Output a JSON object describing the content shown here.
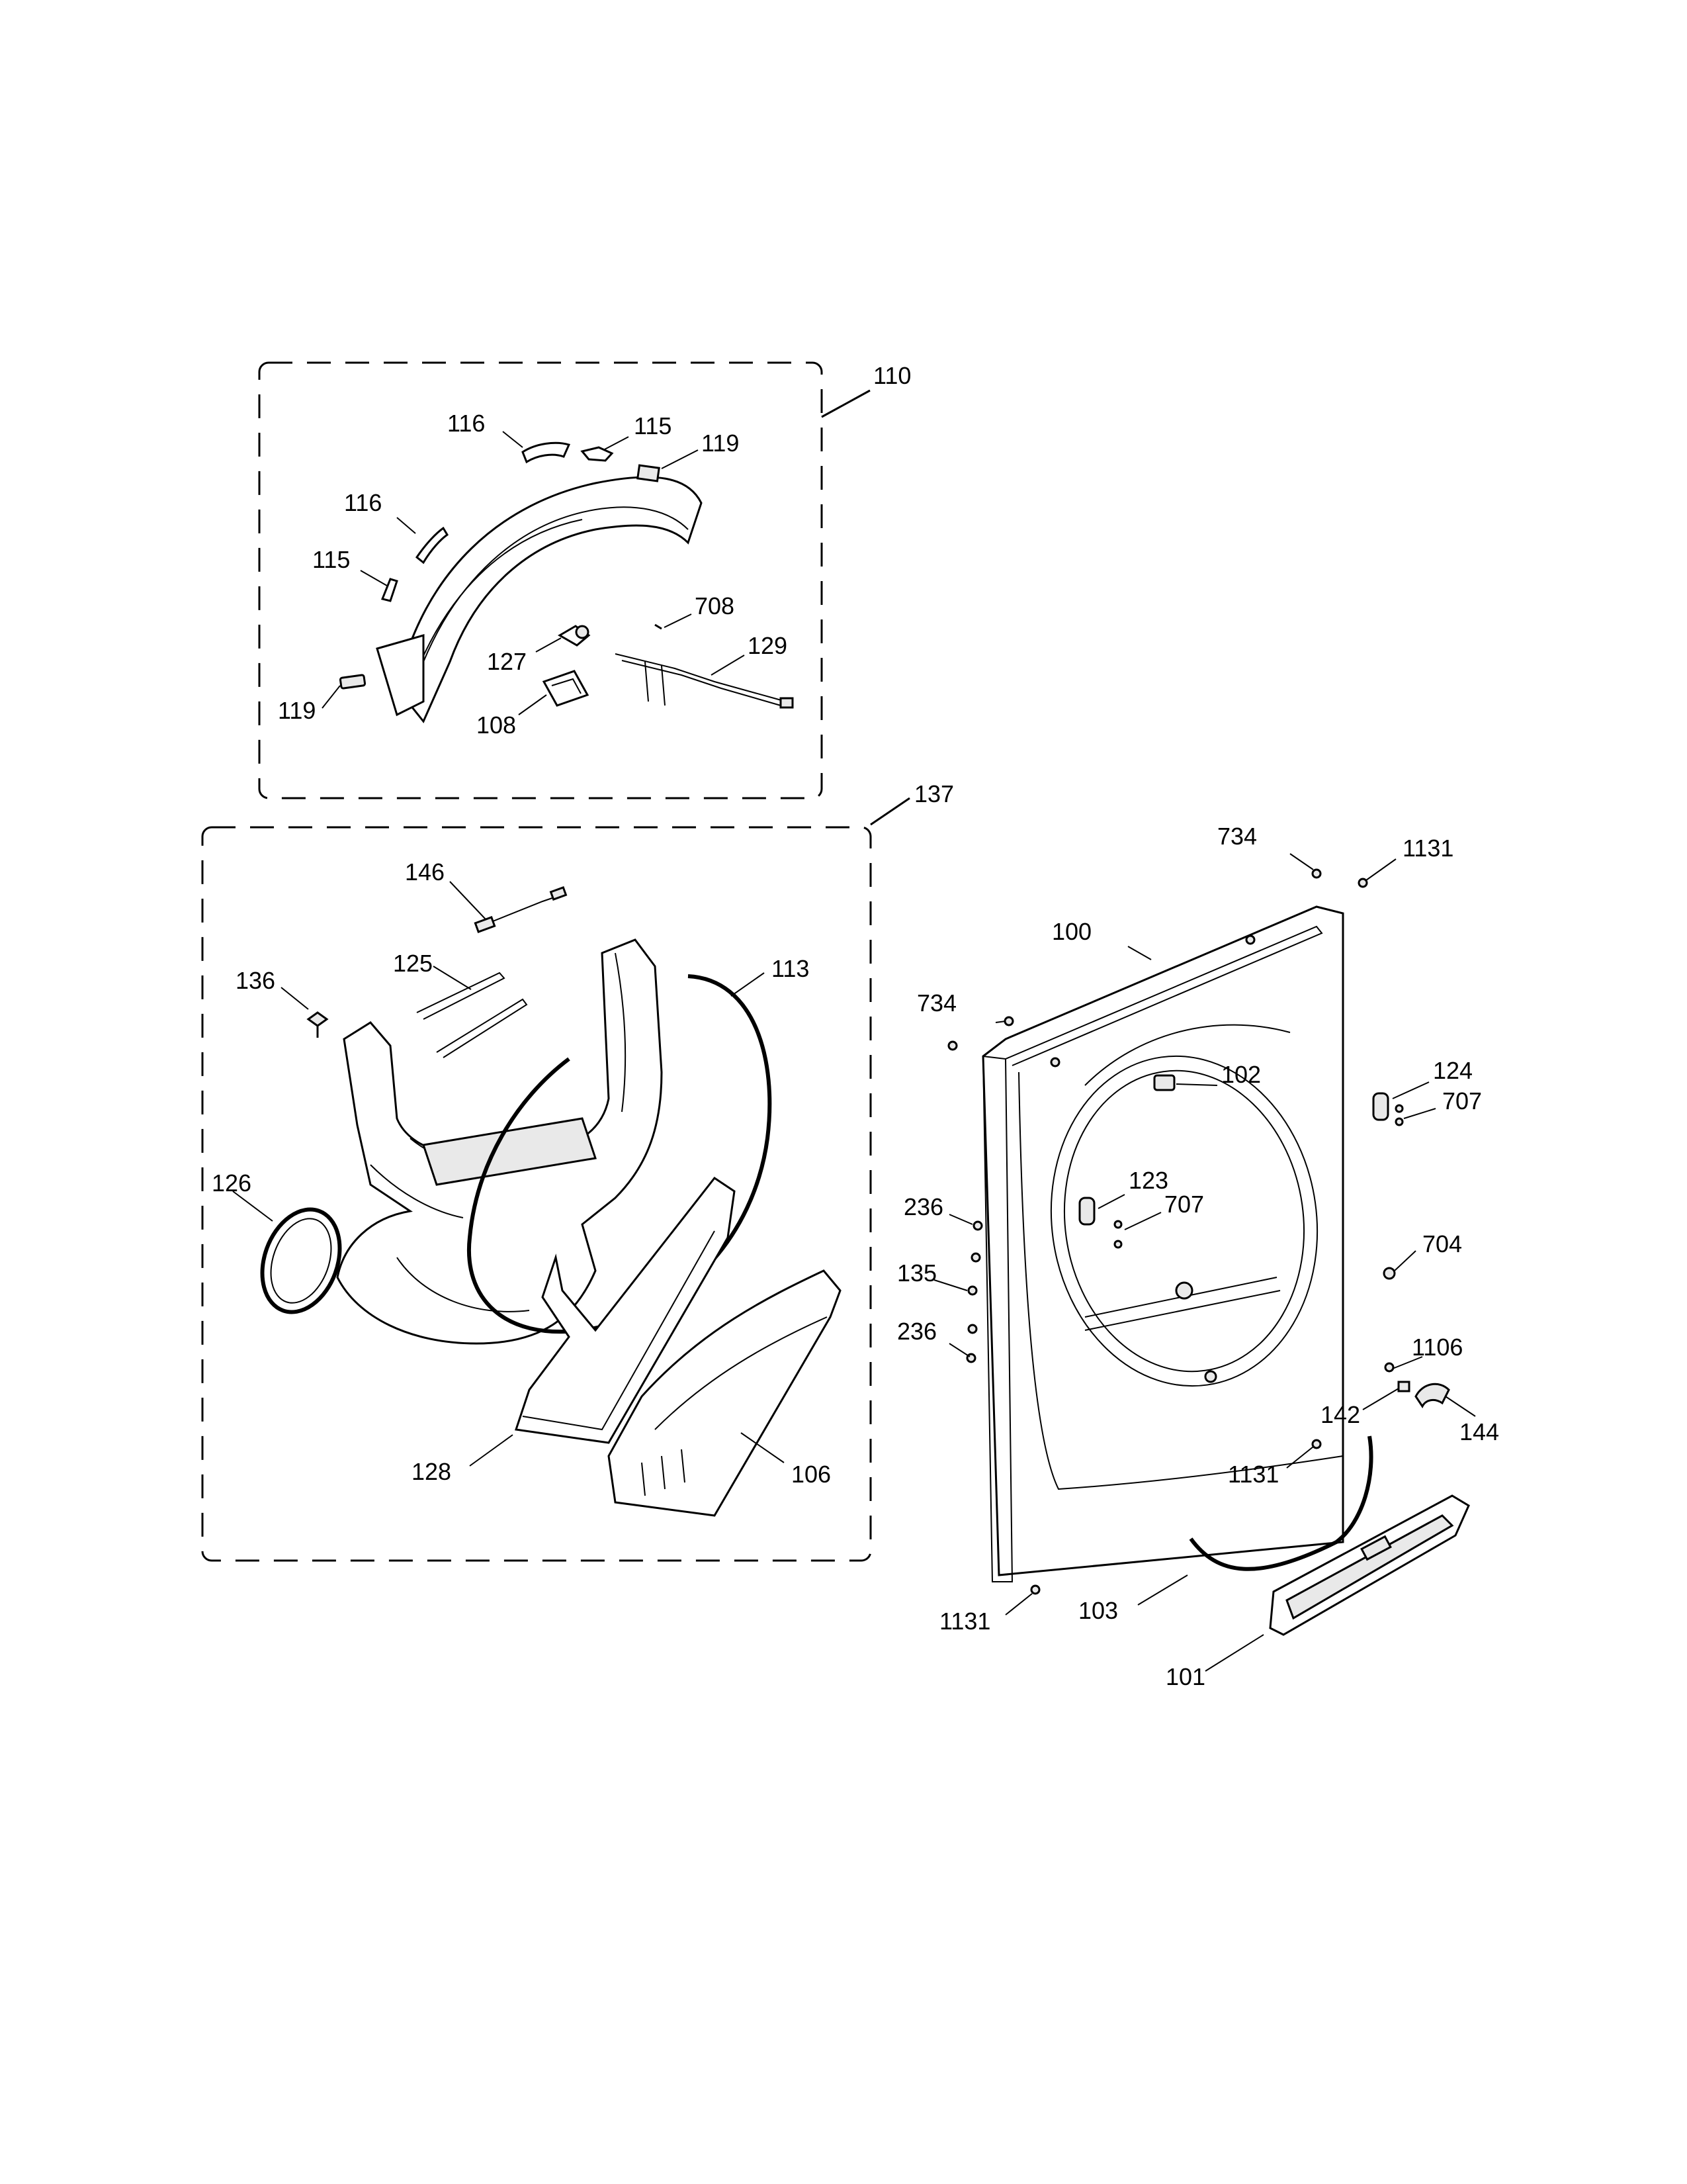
{
  "diagram": {
    "kind": "exploded-parts-diagram",
    "callouts": {
      "c110": "110",
      "c116a": "116",
      "c115a": "115",
      "c119a": "119",
      "c116b": "116",
      "c115b": "115",
      "c708": "708",
      "c127": "127",
      "c129": "129",
      "c119b": "119",
      "c108": "108",
      "c137": "137",
      "c146": "146",
      "c125": "125",
      "c136": "136",
      "c113": "113",
      "c126": "126",
      "c128": "128",
      "c106": "106",
      "c734a": "734",
      "c1131a": "1131",
      "c100": "100",
      "c734b": "734",
      "c102": "102",
      "c124": "124",
      "c707a": "707",
      "c123": "123",
      "c707b": "707",
      "c236a": "236",
      "c704": "704",
      "c135": "135",
      "c236b": "236",
      "c1106": "1106",
      "c142": "142",
      "c144": "144",
      "c1131b": "1131",
      "c103": "103",
      "c1131c": "1131",
      "c101": "101"
    }
  }
}
